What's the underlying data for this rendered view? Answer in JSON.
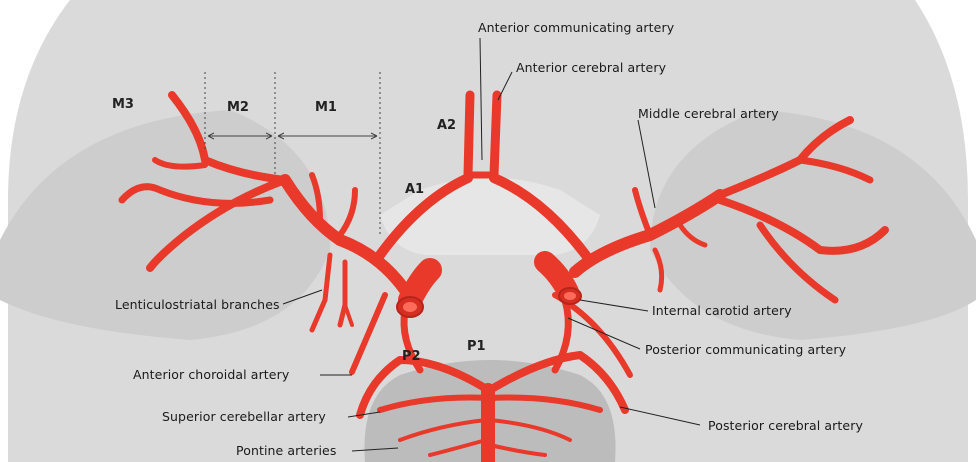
{
  "labels": {
    "anterior_communicating": "Anterior communicating artery",
    "anterior_cerebral": "Anterior cerebral artery",
    "middle_cerebral": "Middle cerebral artery",
    "lenticulostriatal": "Lenticulostriatal branches",
    "internal_carotid": "Internal carotid artery",
    "posterior_communicating": "Posterior communicating artery",
    "anterior_choroidal": "Anterior choroidal artery",
    "superior_cerebellar": "Superior cerebellar artery",
    "posterior_cerebral": "Posterior cerebral artery",
    "pontine": "Pontine arteries"
  },
  "segments": {
    "m3": "M3",
    "m2": "M2",
    "m1": "M1",
    "a2": "A2",
    "a1": "A1",
    "p1": "P1",
    "p2": "P2"
  },
  "colors": {
    "artery": "#e8392a",
    "artery_dark": "#b8241a",
    "brain_light": "#d9d9d9",
    "brain_mid": "#cbcbcb",
    "brain_dark": "#b9b9b9",
    "chiasm": "#e4e4e4"
  }
}
